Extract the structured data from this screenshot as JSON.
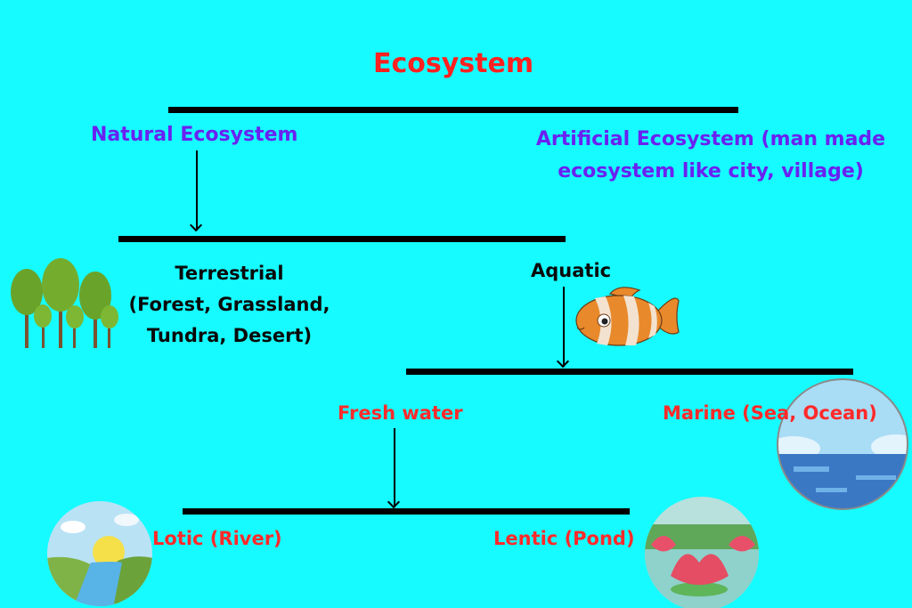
{
  "title": "Ecosystem",
  "level1": {
    "natural": "Natural Ecosystem",
    "artificial_line1": "Artificial Ecosystem (man made",
    "artificial_line2": "ecosystem like city, village)"
  },
  "level2": {
    "terrestrial_line1": "Terrestrial",
    "terrestrial_line2": "(Forest, Grassland,",
    "terrestrial_line3": "Tundra, Desert)",
    "aquatic": "Aquatic"
  },
  "level3": {
    "freshwater": "Fresh water",
    "marine": "Marine (Sea, Ocean)"
  },
  "level4": {
    "lotic": "Lotic (River)",
    "lentic": "Lentic (Pond)"
  },
  "icons": {
    "trees": "forest-trees-illustration",
    "fish": "clownfish-illustration",
    "ocean": "ocean-circle-illustration",
    "river": "river-sunrise-circle-illustration",
    "pond": "lotus-pond-circle-illustration"
  },
  "colors": {
    "background": "#16fbff",
    "title": "#ff2020",
    "level1_text": "#6a21f0",
    "level2_text": "#0a0a0a",
    "level3_text": "#ff2a2a",
    "connector": "#000000"
  }
}
